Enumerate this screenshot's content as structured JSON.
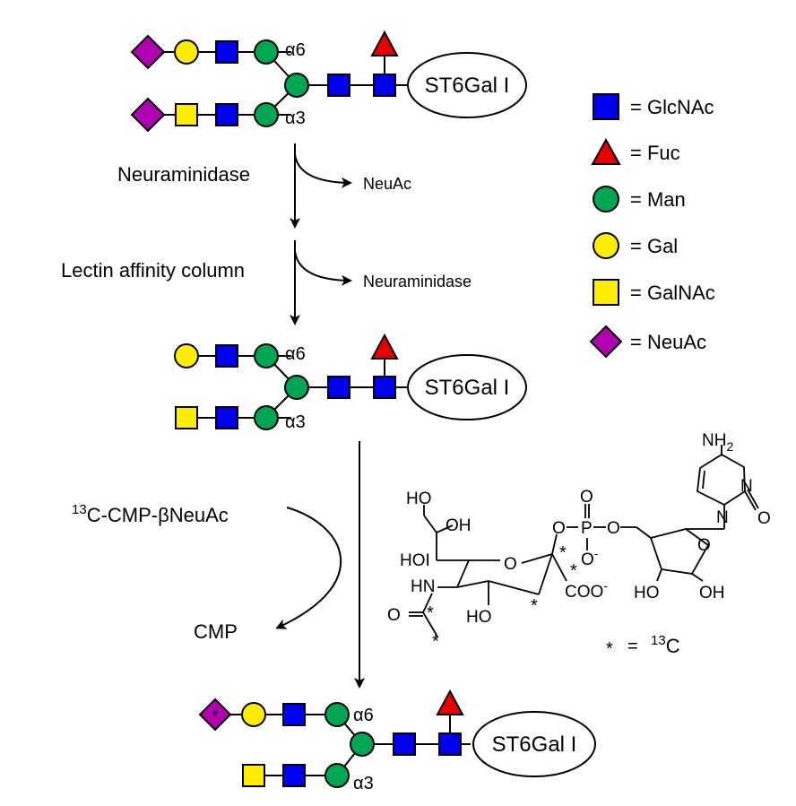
{
  "protein": "ST6Gal I",
  "linkages": {
    "a6": "α6",
    "a3": "α3"
  },
  "legend": [
    {
      "shape": "square",
      "color": "#0000ee",
      "label": "= GlcNAc"
    },
    {
      "shape": "triangle",
      "color": "#e60000",
      "label": "= Fuc"
    },
    {
      "shape": "circle",
      "color": "#00a651",
      "label": "= Man"
    },
    {
      "shape": "circle",
      "color": "#ffed00",
      "label": "= Gal"
    },
    {
      "shape": "square",
      "color": "#ffed00",
      "label": "= GalNAc"
    },
    {
      "shape": "diamond",
      "color": "#b100b1",
      "label": "= NeuAc"
    }
  ],
  "steps": {
    "step1": {
      "enzyme": "Neuraminidase",
      "product": "NeuAc"
    },
    "step2": {
      "enzyme": "Lectin affinity column",
      "product": "Neuraminidase"
    },
    "step3": {
      "reagent_prefix": "13",
      "reagent": "C-CMP-βNeuAc",
      "byproduct": "CMP"
    }
  },
  "structure": {
    "labels": {
      "nh2": "NH",
      "nh2_sub": "2",
      "n_ring": "N",
      "n_ring2": "N",
      "o_keto": "O",
      "o_p_top": "O",
      "o_p1": "O",
      "p": "P",
      "o_p_bottom": "O",
      "o_p2": "O",
      "oh_top": "OH",
      "ho_top": "HO",
      "hol": "HO",
      "o_ring": "O",
      "coo": "COO",
      "hn": "HN",
      "o_amide": "O",
      "ho_ring": "HO",
      "ho_sugar": "HO",
      "oh_sugar": "OH",
      "o_furanose": "O"
    },
    "star_marker": "*",
    "key_equals": "=",
    "key_iso": "13",
    "key_c": "C"
  },
  "colors": {
    "glcnac": "#0000ee",
    "fuc": "#e60000",
    "man": "#00a651",
    "gal": "#ffed00",
    "galnac": "#ffed00",
    "neuac": "#b100b1"
  }
}
